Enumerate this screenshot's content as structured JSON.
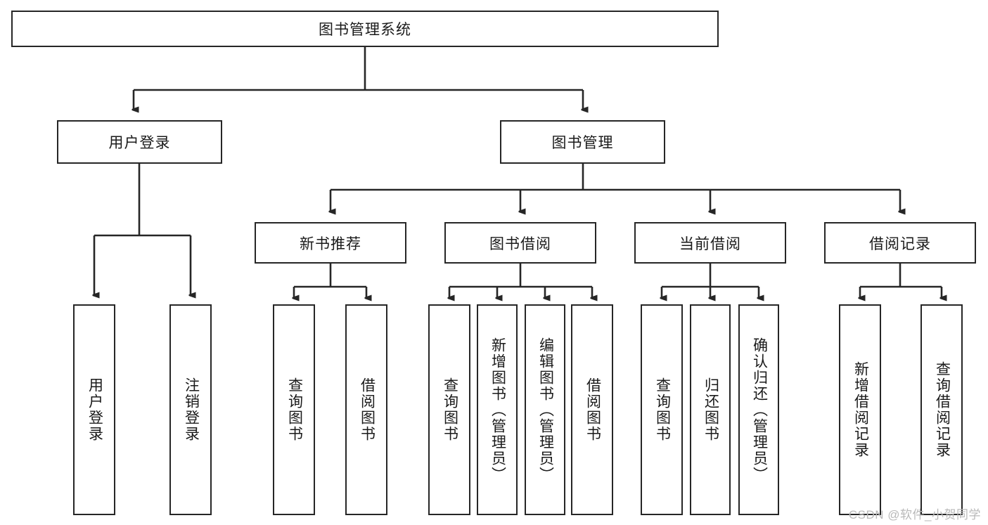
{
  "diagram": {
    "type": "hierarchy-tree",
    "title": "图书管理系统",
    "root": {
      "label": "图书管理系统"
    },
    "level2": [
      {
        "label": "用户登录"
      },
      {
        "label": "图书管理"
      }
    ],
    "level3": [
      {
        "label": "新书推荐"
      },
      {
        "label": "图书借阅"
      },
      {
        "label": "当前借阅"
      },
      {
        "label": "借阅记录"
      }
    ],
    "leaves": {
      "user_login": [
        {
          "label": "用户登录"
        },
        {
          "label": "注销登录"
        }
      ],
      "new_book_recommend": [
        {
          "label": "查询图书"
        },
        {
          "label": "借阅图书"
        }
      ],
      "book_borrow": [
        {
          "label": "查询图书"
        },
        {
          "label": "新增图书（管理员）"
        },
        {
          "label": "编辑图书（管理员）"
        },
        {
          "label": "借阅图书"
        }
      ],
      "current_borrow": [
        {
          "label": "查询图书"
        },
        {
          "label": "归还图书"
        },
        {
          "label": "确认归还（管理员）"
        }
      ],
      "borrow_record": [
        {
          "label": "新增借阅记录"
        },
        {
          "label": "查询借阅记录"
        }
      ]
    },
    "watermark": "CSDN @软件_小贺同学",
    "colors": {
      "stroke": "#262626",
      "fill": "#ffffff",
      "text": "#1a1a1a",
      "watermark": "#b9b9b9"
    }
  }
}
